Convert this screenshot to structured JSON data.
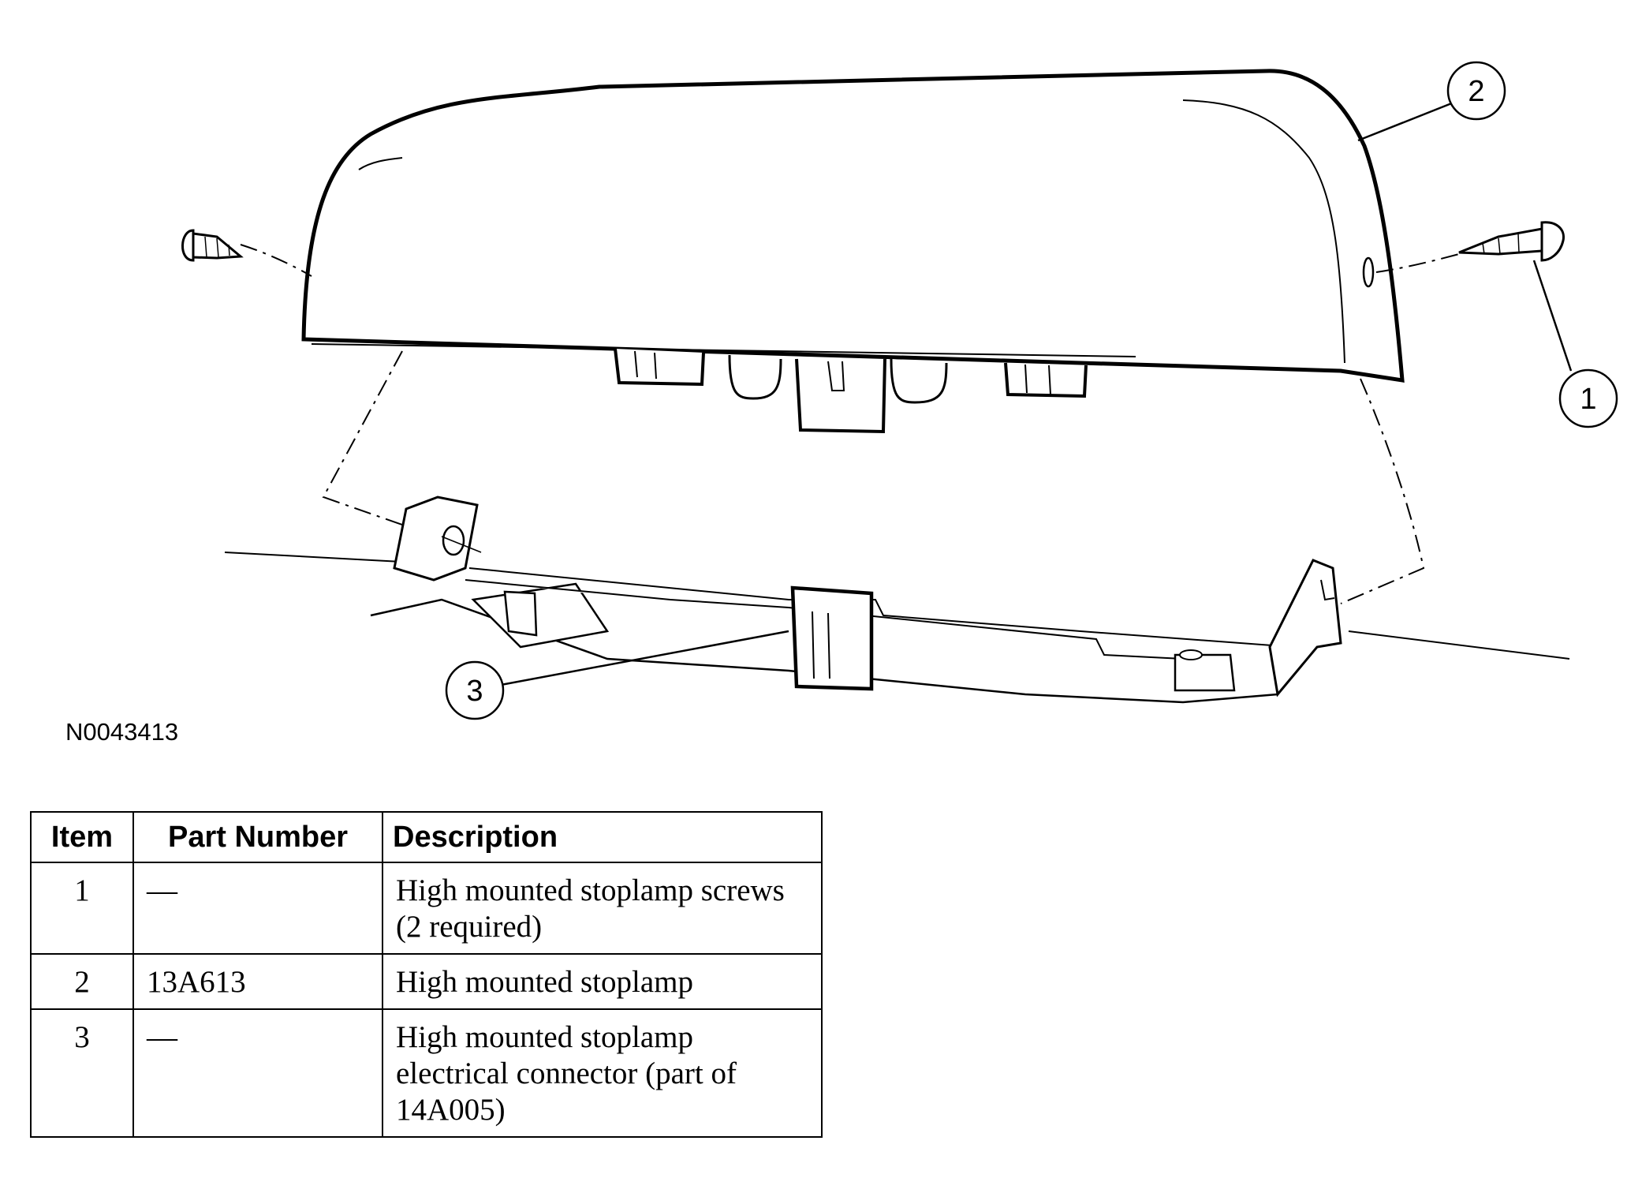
{
  "figure_id": "N0043413",
  "callouts": [
    "1",
    "2",
    "3"
  ],
  "table": {
    "headers": {
      "item": "Item",
      "part_number": "Part Number",
      "description": "Description"
    },
    "rows": [
      {
        "item": "1",
        "part_number": "—",
        "description": "High mounted stoplamp screws (2 required)"
      },
      {
        "item": "2",
        "part_number": "13A613",
        "description": "High mounted stoplamp"
      },
      {
        "item": "3",
        "part_number": "—",
        "description": "High mounted stoplamp electrical connector (part of 14A005)"
      }
    ]
  }
}
